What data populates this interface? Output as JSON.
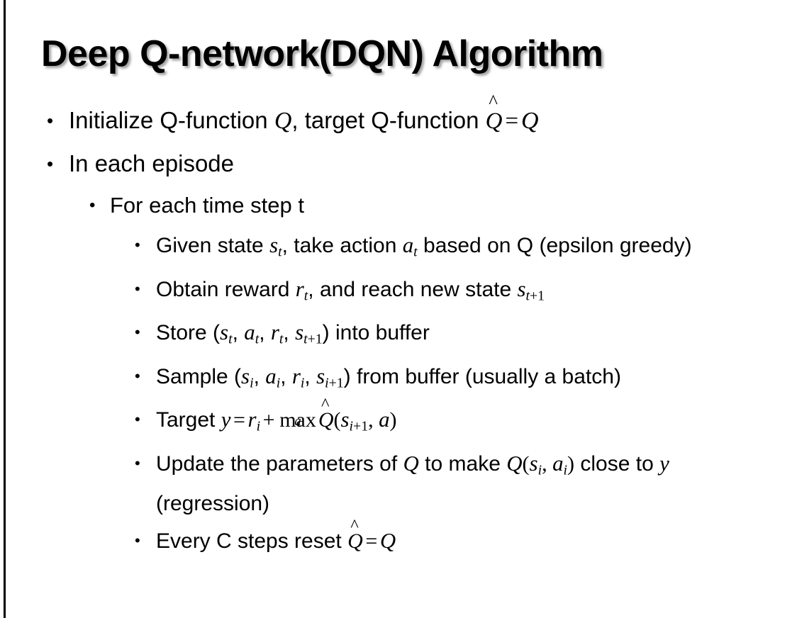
{
  "slide": {
    "title": "Deep Q-network(DQN) Algorithm",
    "bullet_glyph": "•"
  },
  "content": {
    "b1": {
      "level": 1,
      "p1": "Initialize Q-function ",
      "sym_q1": "Q",
      "p2": ", target Q-function ",
      "sym_qhat": "Q",
      "hat": "^",
      "eq": "=",
      "sym_q2": "Q"
    },
    "b2": {
      "level": 1,
      "text": "In each episode"
    },
    "b3": {
      "level": 2,
      "text": "For each time step t"
    },
    "b4": {
      "level": 3,
      "p1": "Given state ",
      "s": "s",
      "s_sub": "t",
      "p2": ", take action ",
      "a": "a",
      "a_sub": "t",
      "p3": " based on Q (epsilon greedy)"
    },
    "b5": {
      "level": 3,
      "p1": "Obtain reward ",
      "r": "r",
      "r_sub": "t",
      "p2": ", and reach new state ",
      "s": "s",
      "s_sub_var": "t",
      "s_sub_num": "+1"
    },
    "b6": {
      "level": 3,
      "p1": "Store (",
      "s1": "s",
      "s1_sub": "t",
      "c1": ", ",
      "a1": "a",
      "a1_sub": "t",
      "c2": ", ",
      "r1": "r",
      "r1_sub": "t",
      "c3": ", ",
      "s2": "s",
      "s2_sub_var": "t",
      "s2_sub_num": "+1",
      "p2": ") into buffer"
    },
    "b7": {
      "level": 3,
      "p1": "Sample (",
      "s1": "s",
      "s1_sub": "i",
      "c1": ", ",
      "a1": "a",
      "a1_sub": "i",
      "c2": ", ",
      "r1": "r",
      "r1_sub": "i",
      "c3": ", ",
      "s2": "s",
      "s2_sub_var": "i",
      "s2_sub_num": "+1",
      "p2": ") from buffer (usually a batch)"
    },
    "b8": {
      "level": 3,
      "p1": "Target ",
      "y": "y",
      "eq": "=",
      "r": "r",
      "r_sub": "i",
      "plus": "+",
      "max": "max",
      "max_limit": "a",
      "qhat": "Q",
      "hat": "^",
      "paren_open": "(",
      "s": "s",
      "s_sub_var": "i",
      "s_sub_num": "+1",
      "comma": ", ",
      "a": "a",
      "paren_close": ")"
    },
    "b9": {
      "level": 3,
      "p1": "Update the parameters of ",
      "q1": "Q",
      "p2": " to make ",
      "q2": "Q",
      "paren_open": "(",
      "s": "s",
      "s_sub": "i",
      "comma": ", ",
      "a": "a",
      "a_sub": "i",
      "paren_close": ")",
      "p3": " close to ",
      "y": "y",
      "p4": " (regression)"
    },
    "b10": {
      "level": 3,
      "p1": "Every C steps reset ",
      "qhat": "Q",
      "hat": "^",
      "eq": "=",
      "q": "Q"
    }
  }
}
